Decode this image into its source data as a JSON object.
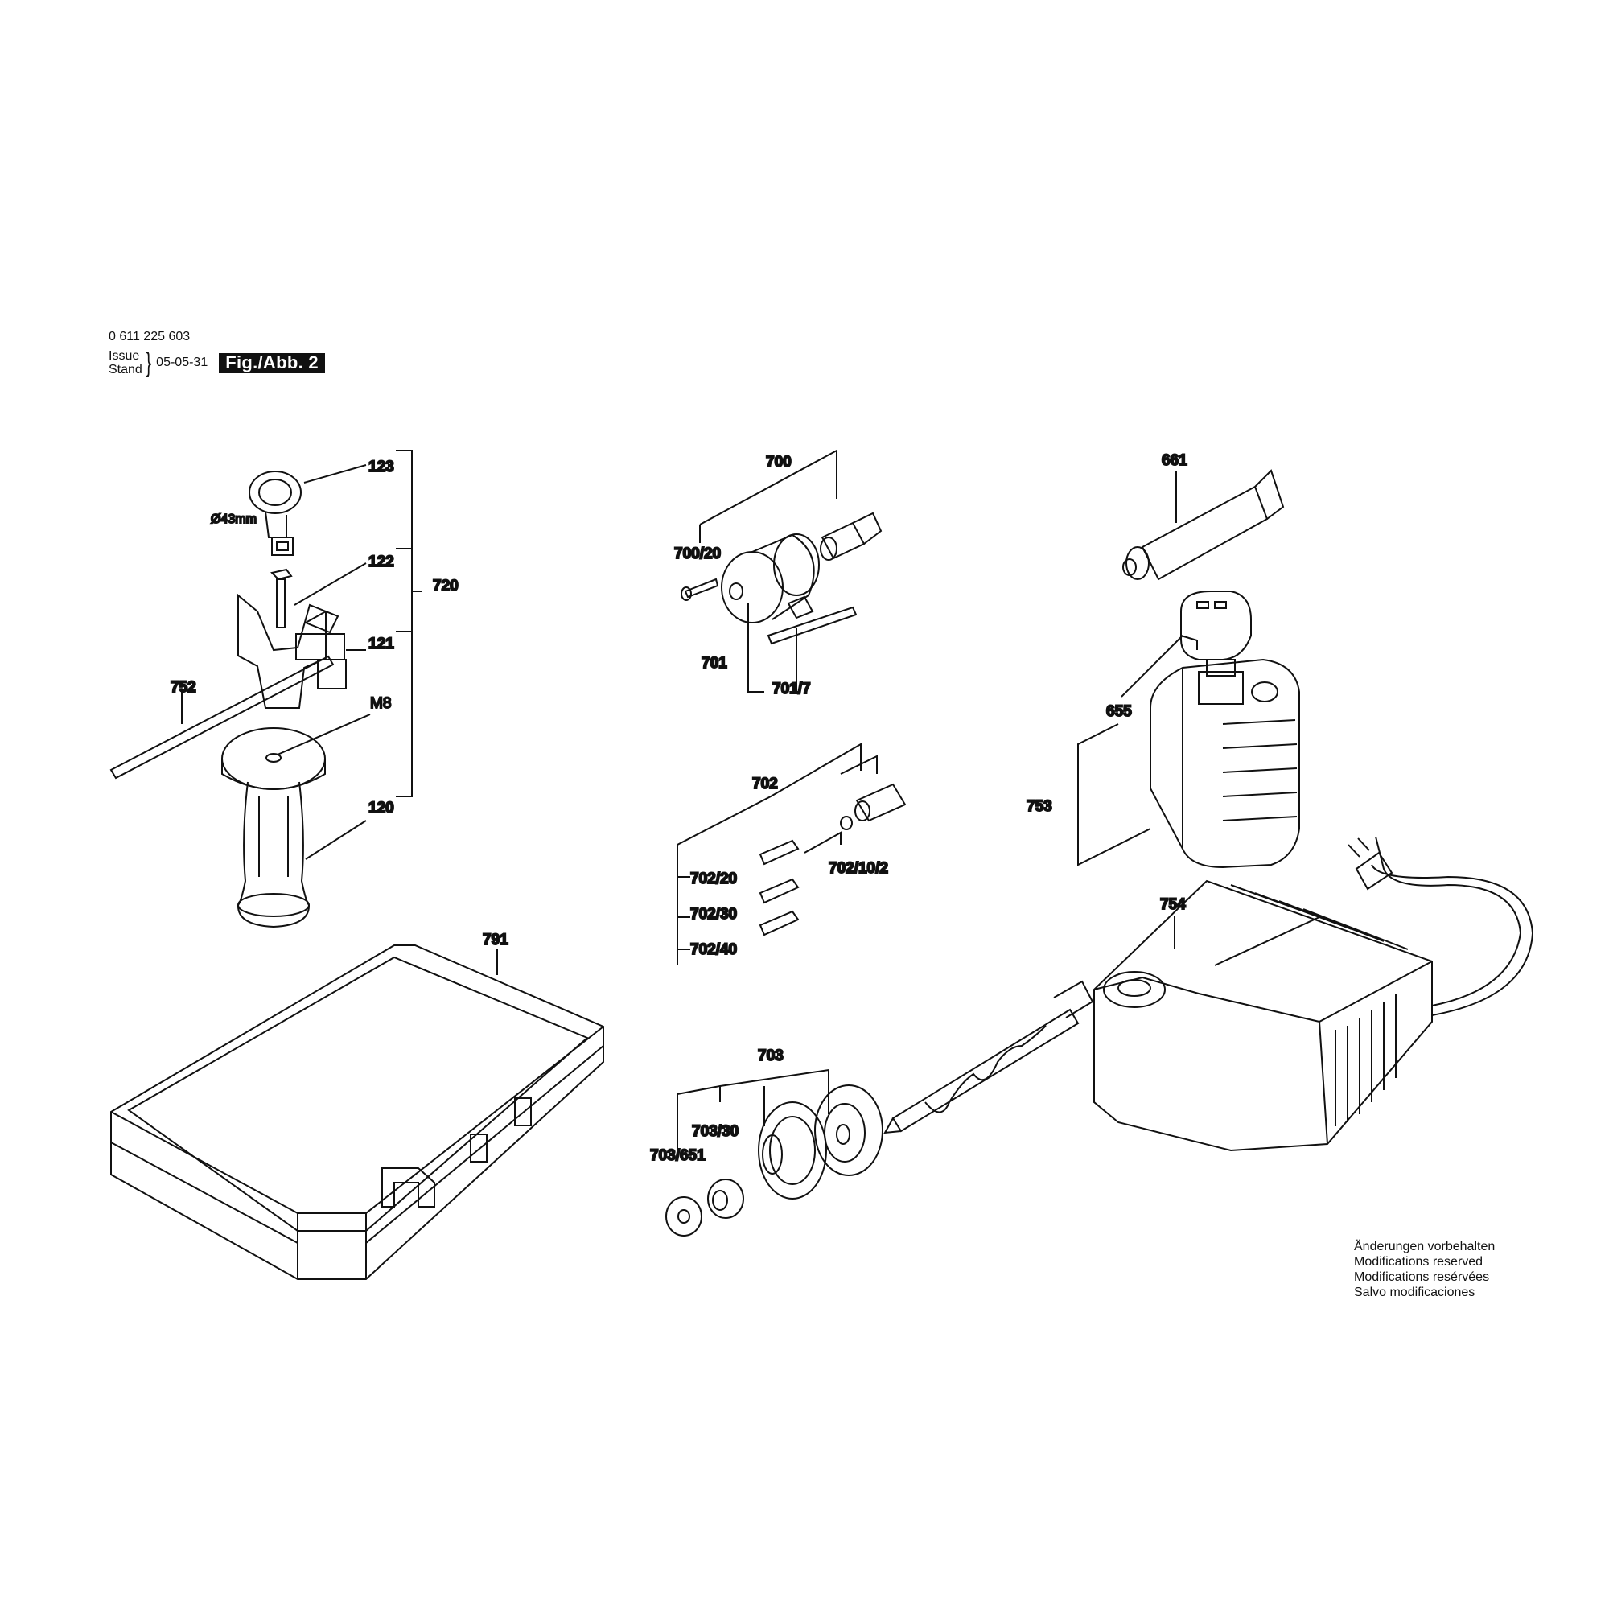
{
  "header": {
    "part_number": "0 611 225 603",
    "issue_label": "Issue",
    "stand_label": "Stand",
    "date": "05-05-31",
    "figure_label": "Fig./Abb. 2"
  },
  "labels": {
    "l123": "123",
    "l122": "122",
    "l121": "121",
    "l720": "720",
    "l752": "752",
    "lm8": "M8",
    "l120": "120",
    "ldia": "Ø43mm",
    "l700": "700",
    "l700_20": "700/20",
    "l701": "701",
    "l701_7": "701/7",
    "l702": "702",
    "l702_20": "702/20",
    "l702_30": "702/30",
    "l702_40": "702/40",
    "l702_10_2": "702/10/2",
    "l703": "703",
    "l703_30": "703/30",
    "l703_651": "703/651",
    "l661": "661",
    "l655": "655",
    "l753": "753",
    "l754": "754",
    "l791": "791"
  },
  "notes": [
    "Änderungen vorbehalten",
    "Modifications reserved",
    "Modifications resérvées",
    "Salvo modificaciones"
  ]
}
